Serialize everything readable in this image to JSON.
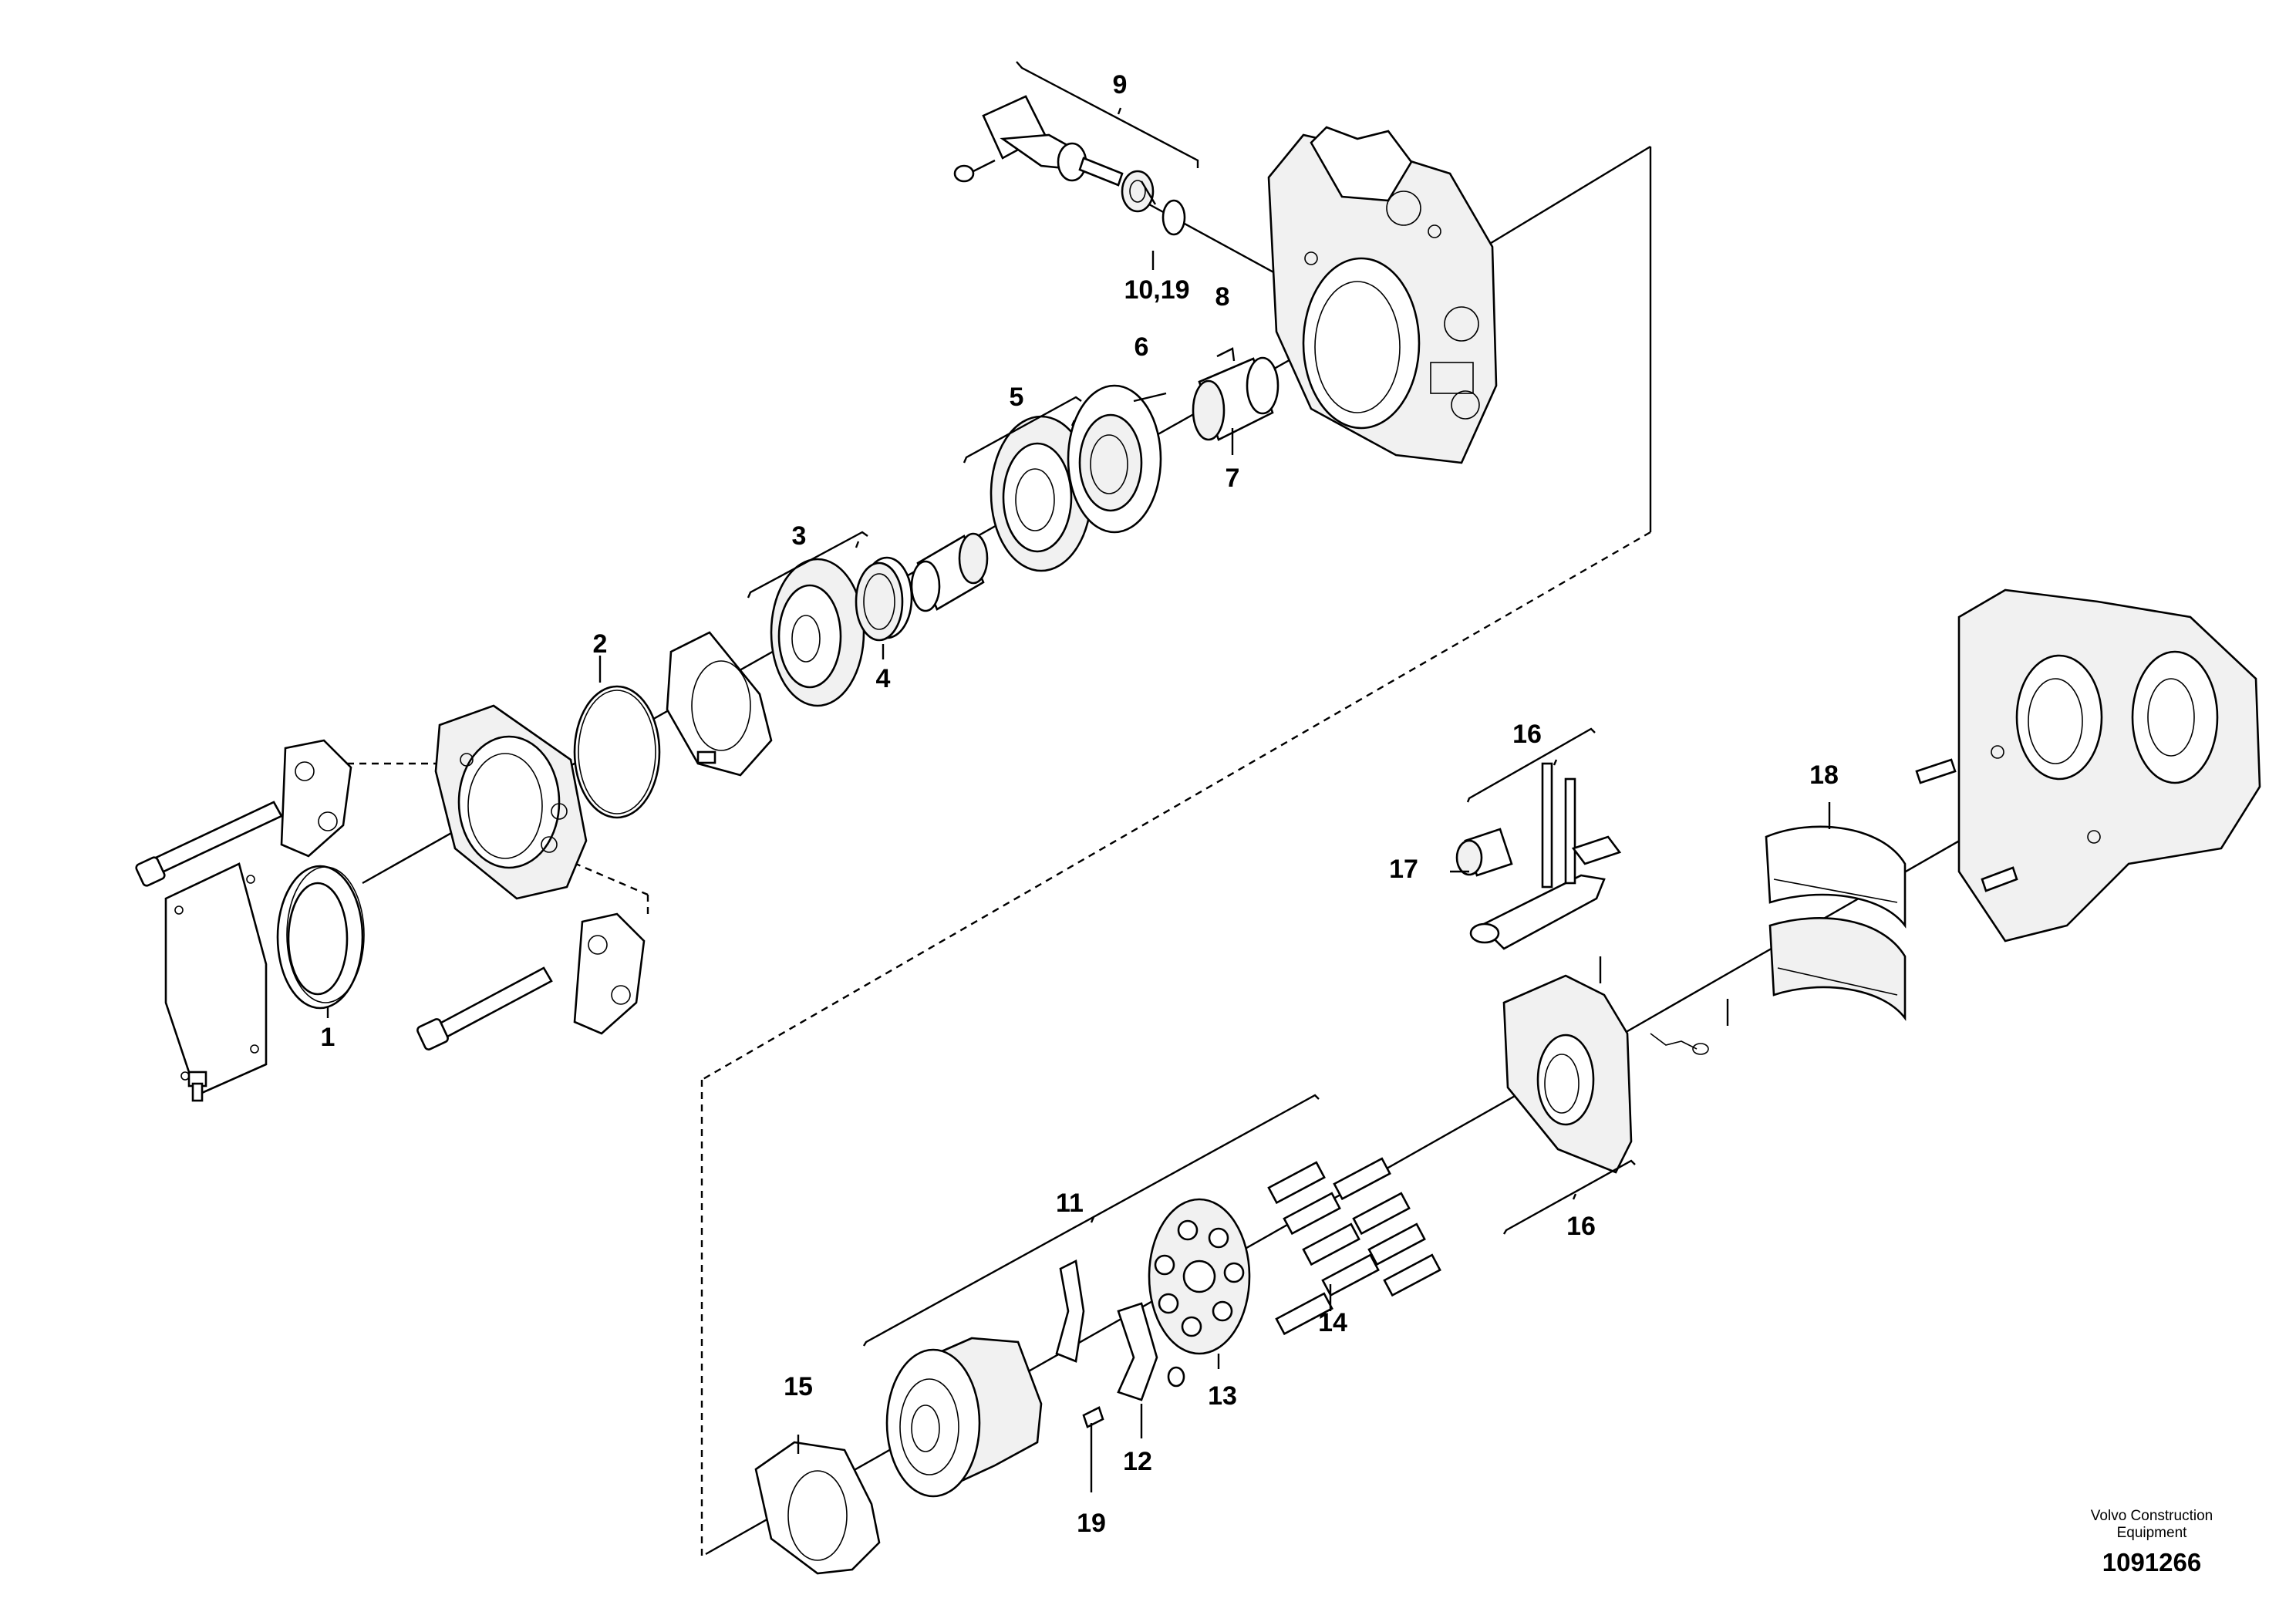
{
  "diagram": {
    "type": "exploded-parts-view",
    "callouts": [
      {
        "id": "c1",
        "label": "1"
      },
      {
        "id": "c2",
        "label": "2"
      },
      {
        "id": "c3",
        "label": "3"
      },
      {
        "id": "c4",
        "label": "4"
      },
      {
        "id": "c5",
        "label": "5"
      },
      {
        "id": "c6",
        "label": "6"
      },
      {
        "id": "c7",
        "label": "7"
      },
      {
        "id": "c8",
        "label": "8"
      },
      {
        "id": "c9",
        "label": "9"
      },
      {
        "id": "c10",
        "label": "10,19"
      },
      {
        "id": "c11",
        "label": "11"
      },
      {
        "id": "c12",
        "label": "12"
      },
      {
        "id": "c13",
        "label": "13"
      },
      {
        "id": "c14",
        "label": "14"
      },
      {
        "id": "c15",
        "label": "15"
      },
      {
        "id": "c16a",
        "label": "16"
      },
      {
        "id": "c16b",
        "label": "16"
      },
      {
        "id": "c17",
        "label": "17"
      },
      {
        "id": "c18",
        "label": "18"
      },
      {
        "id": "c19",
        "label": "19"
      }
    ]
  },
  "footer": {
    "maker_line1": "Volvo Construction",
    "maker_line2": "Equipment",
    "drawing_number": "1091266"
  }
}
